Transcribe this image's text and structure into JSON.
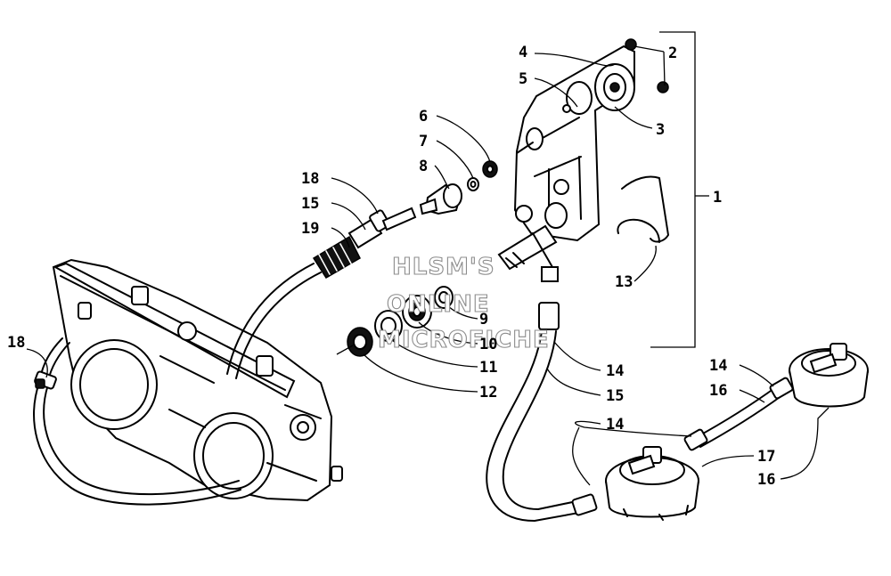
{
  "callouts": {
    "c1": "1",
    "c2": "2",
    "c3": "3",
    "c4": "4",
    "c5": "5",
    "c6": "6",
    "c7": "7",
    "c8": "8",
    "c9": "9",
    "c10": "10",
    "c11": "11",
    "c12": "12",
    "c13": "13",
    "c14a": "14",
    "c14b": "14",
    "c14c": "14",
    "c15a": "15",
    "c15b": "15",
    "c16a": "16",
    "c16b": "16",
    "c17": "17",
    "c18a": "18",
    "c18b": "18",
    "c19": "19"
  },
  "watermark": {
    "line1": "HLSM'S",
    "line2": "ONLINE",
    "line3": "MICROFICHE"
  }
}
